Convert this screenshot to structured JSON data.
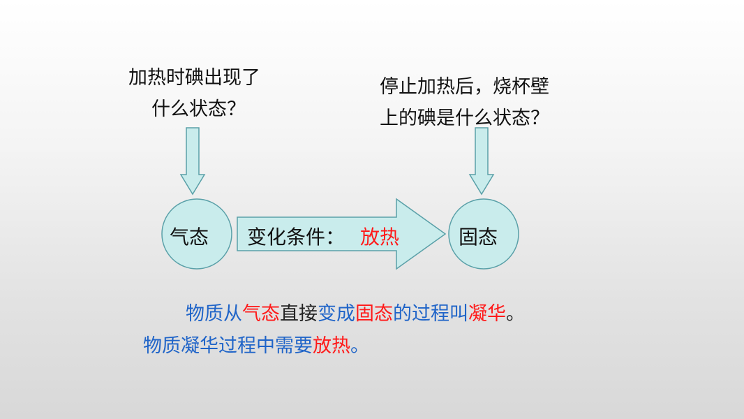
{
  "questions": {
    "left": {
      "line1": "加热时碘出现了",
      "line2": "什么状态？"
    },
    "right": {
      "line1": "停止加热后，烧杯壁",
      "line2": "上的碘是什么状态？"
    }
  },
  "nodes": {
    "gas": "气态",
    "solid": "固态"
  },
  "transition": {
    "label": "变化条件：",
    "value": "放热"
  },
  "summary": {
    "line1": {
      "p1": "物质从",
      "p2": "气态",
      "p3": "直接",
      "p4": "变成",
      "p5": "固态",
      "p6": "的过程叫",
      "p7": "凝华",
      "p8": "。"
    },
    "line2": {
      "p1": "物质凝华过程中需要",
      "p2": "放热",
      "p3": "。"
    }
  },
  "colors": {
    "shape_fill": "#c9ecec",
    "shape_stroke": "#5aa0a8",
    "text_blue": "#1f64c8",
    "text_red": "#ff1a1a"
  }
}
